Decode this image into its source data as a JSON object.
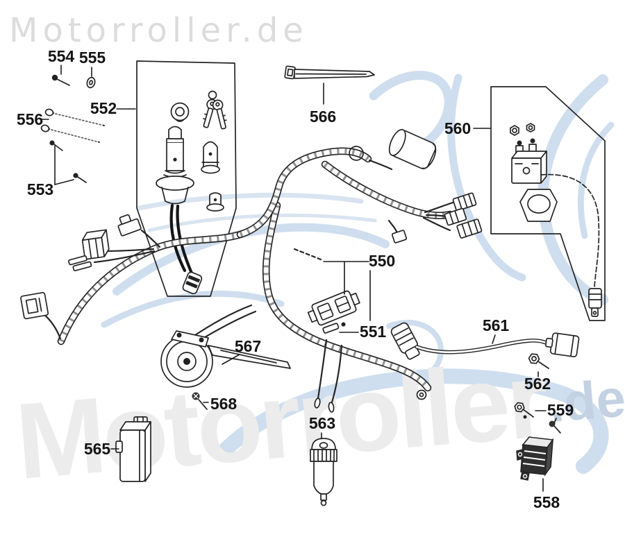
{
  "watermark": {
    "top_text": "Motorroller.de",
    "bottom_text": "Motorroller",
    "bottom_suffix": ".de",
    "gray_color": "#e7e7e7",
    "accent_blue": "#c3d1e2",
    "swoosh_blue": "#cfdeee"
  },
  "diagram": {
    "line_color": "#242424",
    "parts": [
      {
        "number": "550"
      },
      {
        "number": "551"
      },
      {
        "number": "552"
      },
      {
        "number": "553"
      },
      {
        "number": "554"
      },
      {
        "number": "555"
      },
      {
        "number": "556"
      },
      {
        "number": "558"
      },
      {
        "number": "559"
      },
      {
        "number": "560"
      },
      {
        "number": "561"
      },
      {
        "number": "562"
      },
      {
        "number": "563"
      },
      {
        "number": "565"
      },
      {
        "number": "566"
      },
      {
        "number": "567"
      },
      {
        "number": "568"
      }
    ]
  }
}
